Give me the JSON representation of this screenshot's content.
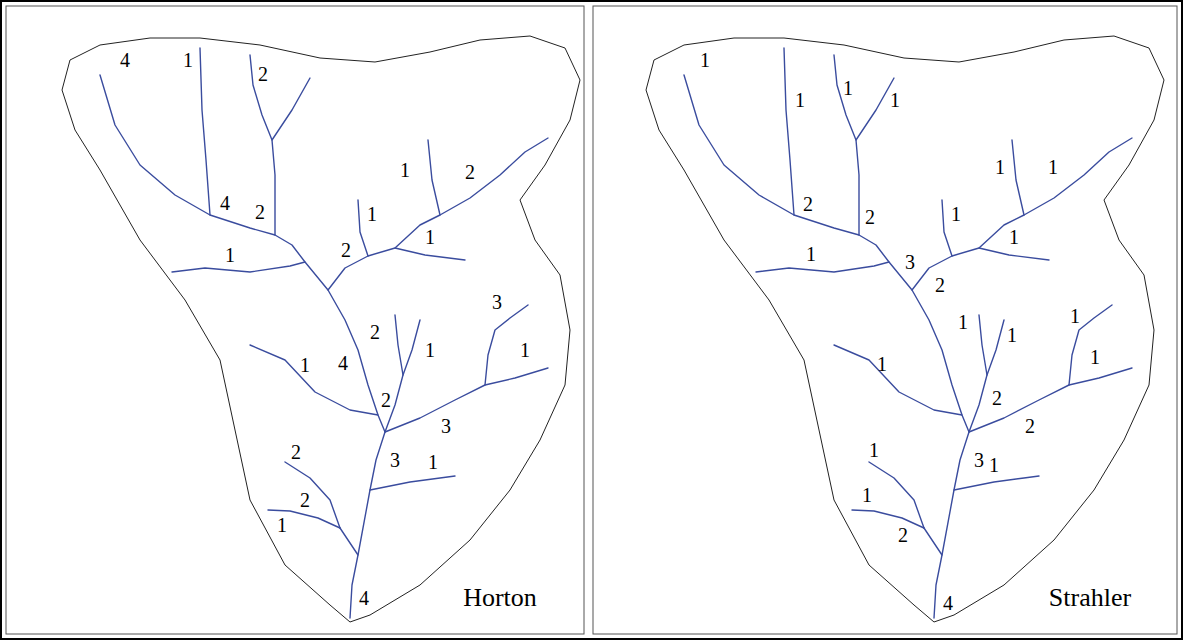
{
  "diagram": {
    "labels": [
      "4",
      "1",
      "2",
      "1",
      "2",
      "4",
      "2",
      "1",
      "1",
      "1",
      "2",
      "3",
      "2",
      "1",
      "1",
      "4",
      "1",
      "2",
      "3",
      "3",
      "1",
      "2",
      "2",
      "1",
      "4",
      "Horton",
      "1",
      "1",
      "1",
      "1",
      "1",
      "1",
      "2",
      "2",
      "1",
      "1",
      "1",
      "3",
      "2",
      "1",
      "1",
      "1",
      "1",
      "1",
      "2",
      "2",
      "3",
      "1",
      "1",
      "1",
      "2",
      "4",
      "Strahler"
    ]
  }
}
